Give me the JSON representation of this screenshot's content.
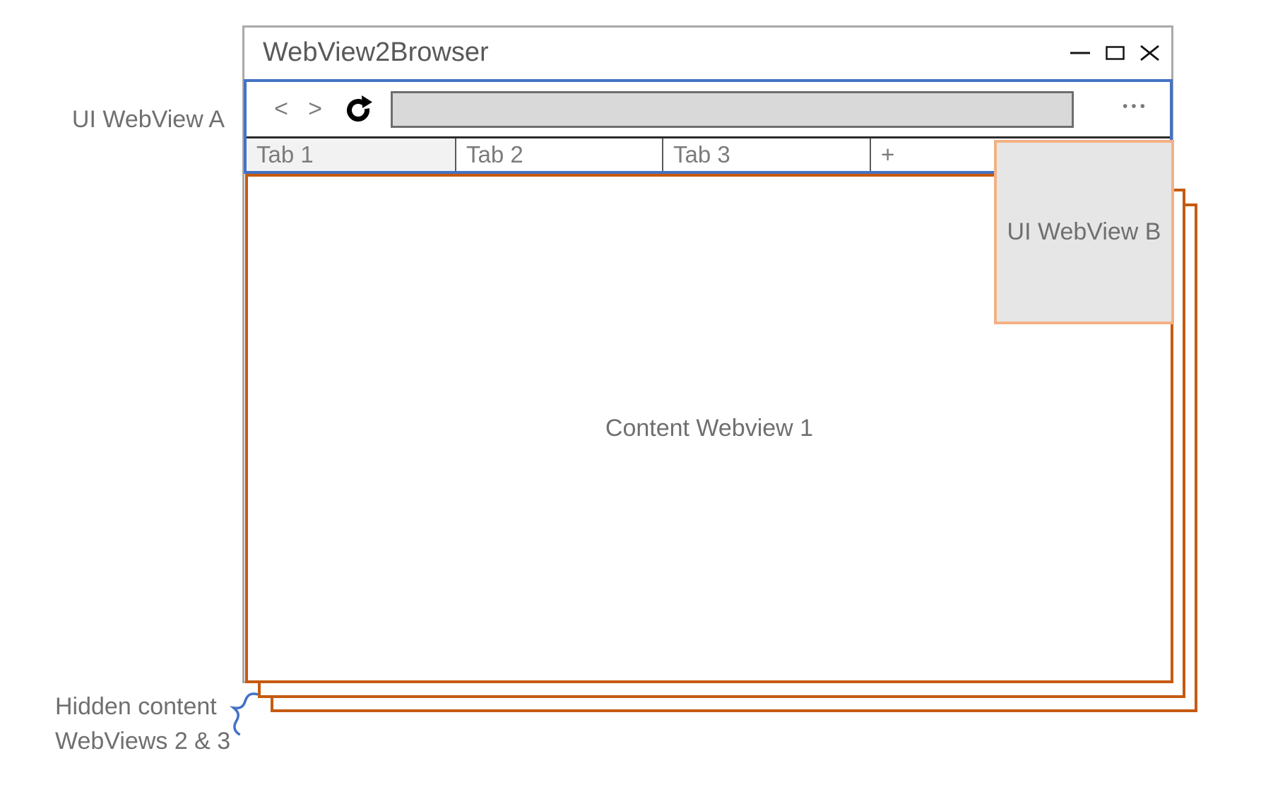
{
  "window": {
    "title": "WebView2Browser"
  },
  "toolbar": {
    "back_label": "<",
    "forward_label": ">",
    "menu_label": "•••",
    "address_value": ""
  },
  "tabs": [
    {
      "label": "Tab 1",
      "active": true
    },
    {
      "label": "Tab 2",
      "active": false
    },
    {
      "label": "Tab 3",
      "active": false
    },
    {
      "label": "+",
      "active": false
    }
  ],
  "content": {
    "webview1_label": "Content Webview 1"
  },
  "annotations": {
    "ui_webview_a": "UI WebView A",
    "ui_webview_b": "UI WebView B",
    "hidden_content_line1": "Hidden content",
    "hidden_content_line2": "WebViews 2 & 3"
  },
  "colors": {
    "accent_blue": "#4472C4",
    "frame_orange": "#C55A11",
    "panel_orange_light": "#F4B183",
    "panel_fill": "#E7E6E6",
    "window_border": "#A9A9A9",
    "active_tab_fill": "#F2F2F2",
    "address_fill": "#D9D9D9",
    "label_text": "#6F6F6F"
  }
}
